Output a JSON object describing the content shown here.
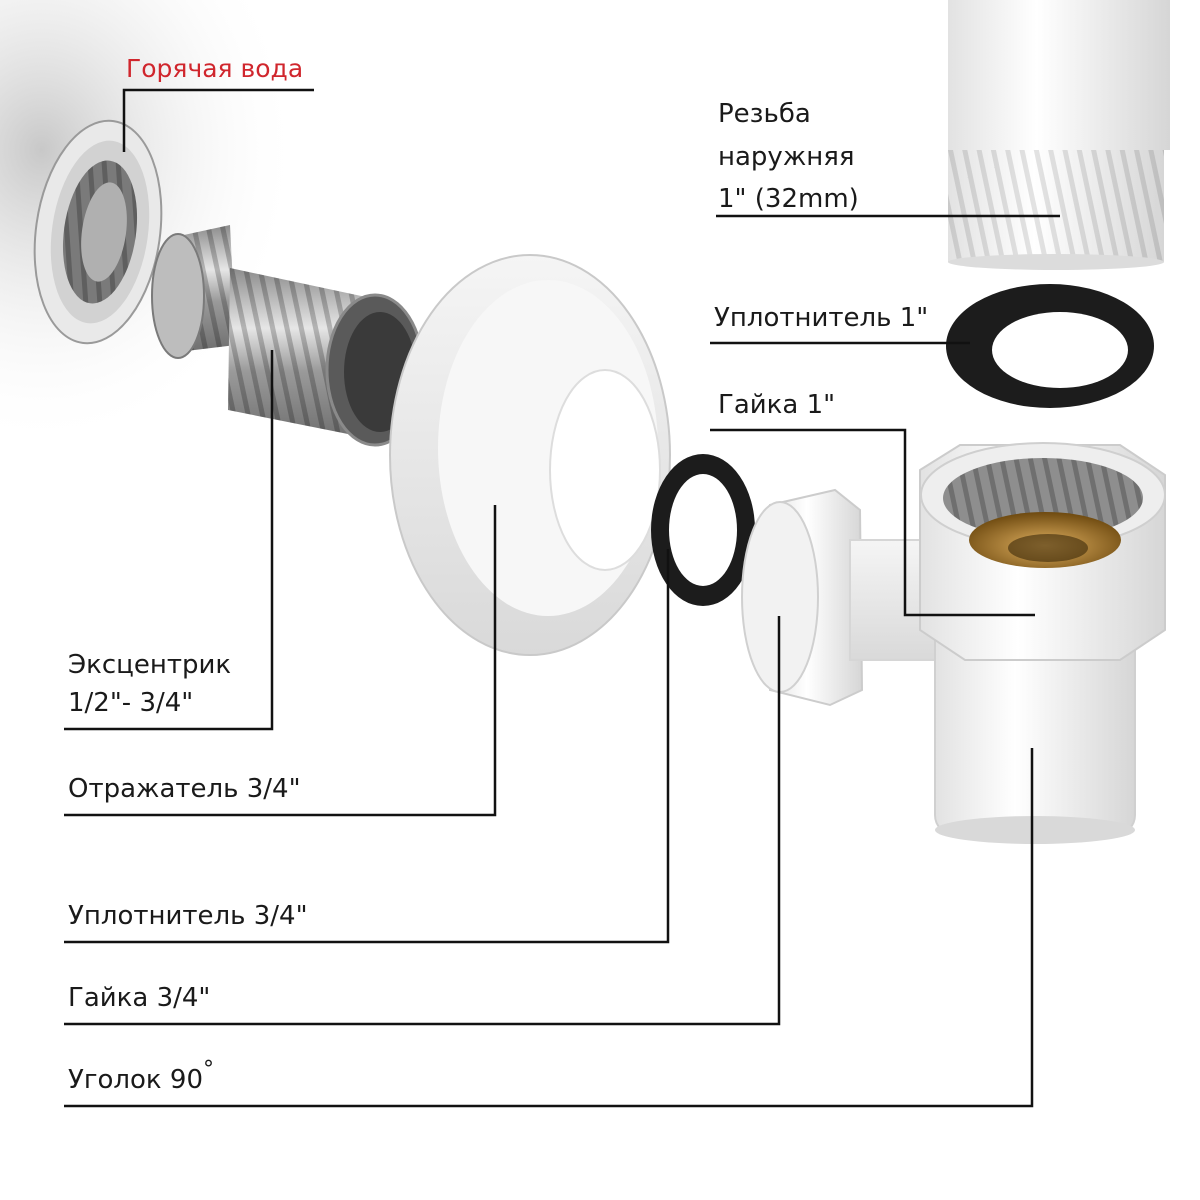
{
  "labels": {
    "hot_water": "Горячая вода",
    "thread_outer_line1": "Резьба",
    "thread_outer_line2": "наружняя",
    "thread_outer_line3": "1\" (32mm)",
    "seal_1": "Уплотнитель 1\"",
    "nut_1": "Гайка 1\"",
    "eccentric_line1": "Эксцентрик",
    "eccentric_line2": "1/2\"- 3/4\"",
    "reflector": "Отражатель 3/4\"",
    "seal_34": "Уплотнитель  3/4\"",
    "nut_34": "Гайка 3/4\"",
    "elbow": "Уголок 90",
    "degree_symbol": "°"
  },
  "colors": {
    "hot_label": "#d0262d",
    "text": "#1a1a1a",
    "leader_line": "#111111",
    "gasket": "#1c1c1c",
    "brass": "#b8862e"
  }
}
